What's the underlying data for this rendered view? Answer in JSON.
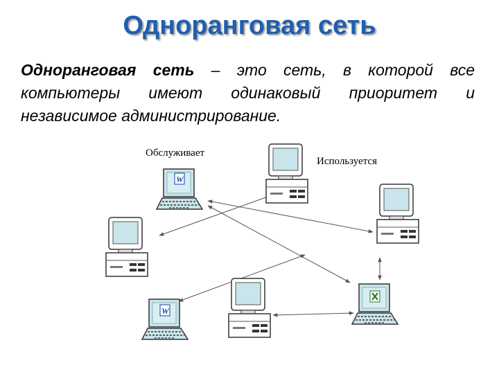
{
  "title": "Одноранговая сеть",
  "definition": {
    "term": "Одноранговая сеть",
    "rest": " – это сеть, в которой все компьютеры имеют одинаковый приоритет и независимое администрирование."
  },
  "labels": {
    "serves": "Обслуживает",
    "uses": "Используется"
  },
  "nodes": [
    {
      "id": "laptop-word-top",
      "type": "laptop",
      "screen_icon": "word-icon"
    },
    {
      "id": "desktop-top-center",
      "type": "desktop",
      "screen_icon": ""
    },
    {
      "id": "desktop-right",
      "type": "desktop",
      "screen_icon": ""
    },
    {
      "id": "desktop-left",
      "type": "desktop",
      "screen_icon": ""
    },
    {
      "id": "desktop-bottom-center",
      "type": "desktop",
      "screen_icon": ""
    },
    {
      "id": "laptop-excel-bottom-right",
      "type": "laptop",
      "screen_icon": "excel-icon"
    },
    {
      "id": "laptop-word-bottom-left",
      "type": "laptop",
      "screen_icon": "word-icon"
    }
  ],
  "colors": {
    "title": "#1f5fb0",
    "screen": "#c9e4ea",
    "case": "#ffffff",
    "outline": "#333333",
    "word_icon": "#1a3faa",
    "excel_icon": "#1e7a1e",
    "connection": "#555555"
  }
}
